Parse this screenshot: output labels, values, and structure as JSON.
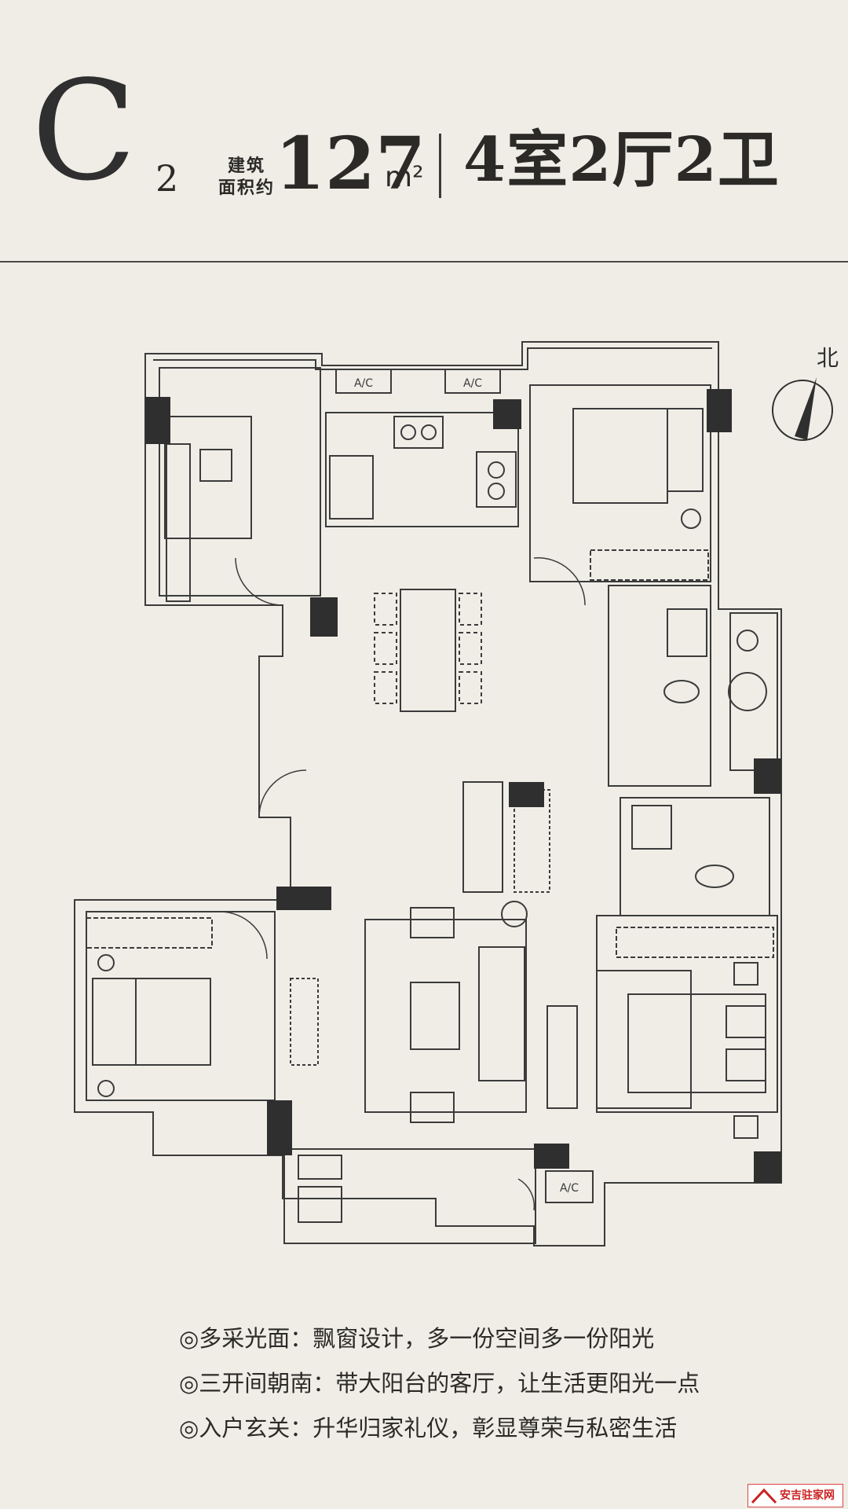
{
  "header": {
    "type_letter": "C",
    "type_sub": "2",
    "area_label_line1": "建筑",
    "area_label_line2": "面积约",
    "area_value": "127",
    "area_unit": "m²",
    "layout": "4室2厅2卫"
  },
  "compass": {
    "label": "北"
  },
  "plan_labels": {
    "ac1": "A/C",
    "ac2": "A/C",
    "ac3": "A/C"
  },
  "features": [
    "◎多采光面：飘窗设计，多一份空间多一份阳光",
    "◎三开间朝南：带大阳台的客厅，让生活更阳光一点",
    "◎入户玄关：升华归家礼仪，彰显尊荣与私密生活"
  ],
  "watermark": {
    "text": "安吉驻家网"
  },
  "colors": {
    "background": "#efede6",
    "wall": "#2f2f2f",
    "line": "#3b3b3b"
  }
}
